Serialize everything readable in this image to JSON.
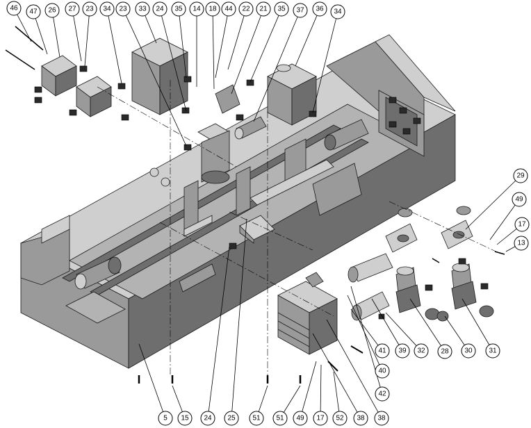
{
  "callouts": {
    "n46": "46",
    "n47": "47",
    "n26": "26",
    "n27": "27",
    "n23a": "23",
    "n34a": "34",
    "n23b": "23",
    "n33": "33",
    "n24a": "24",
    "n35a": "35",
    "n14": "14",
    "n18": "18",
    "n44": "44",
    "n22": "22",
    "n21": "21",
    "n35b": "35",
    "n37": "37",
    "n36": "36",
    "n34b": "34",
    "n29": "29",
    "n49a": "49",
    "n17a": "17",
    "n13": "13",
    "n28": "28",
    "n30": "30",
    "n31": "31",
    "n32": "32",
    "n39": "39",
    "n41": "41",
    "n40": "40",
    "n42": "42",
    "n5": "5",
    "n15": "15",
    "n24b": "24",
    "n25": "25",
    "n51a": "51",
    "n51b": "51",
    "n49b": "49",
    "n17b": "17",
    "n52": "52",
    "n38a": "38",
    "n38b": "38"
  },
  "colors": {
    "line": "#000000",
    "background": "#ffffff",
    "part_dark": "#6e6e6e",
    "part_mid": "#9a9a9a",
    "part_light": "#cfcfcf"
  }
}
